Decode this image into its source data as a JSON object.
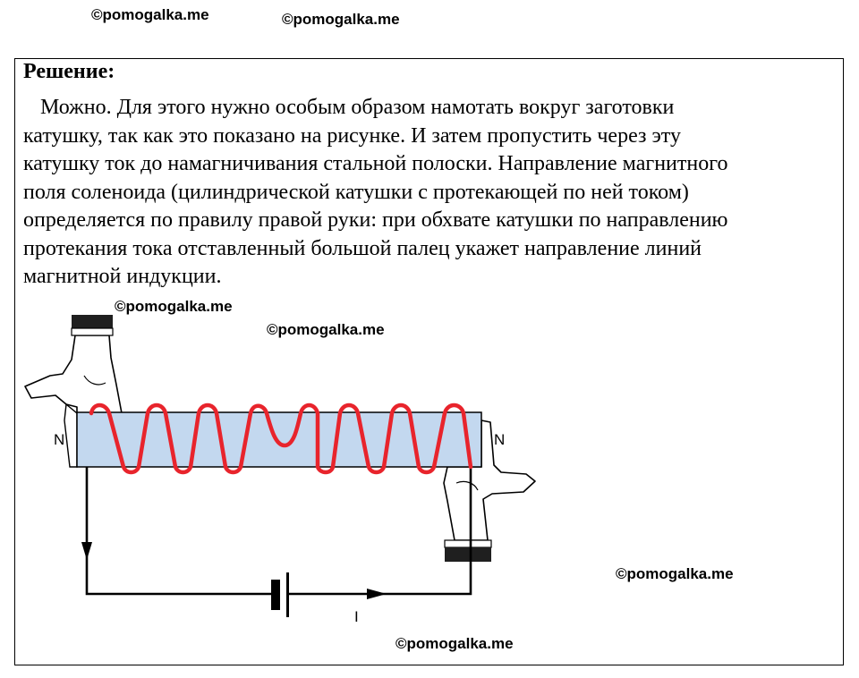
{
  "watermarks": [
    "©pomogalka.me",
    "©pomogalka.me",
    "©pomogalka.me",
    "©pomogalka.me",
    "©pomogalka.me",
    "©pomogalka.me"
  ],
  "solution": {
    "heading": "Решение:",
    "lines": [
      "Можно. Для этого нужно особым образом намотать вокруг заготовки",
      "катушку, так как это показано на рисунке. И затем пропустить через эту",
      "катушку ток до намагничивания стальной полоски. Направление магнитного",
      "поля соленоида (цилиндрической катушки с протекающей по ней током)",
      "определяется по правилу правой руки: при обхвате катушки по направлению",
      "протекания тока отставленный большой палец укажет направление линий",
      "магнитной индукции."
    ]
  },
  "figure": {
    "pole_left": "N",
    "pole_right": "N",
    "current_label": "I",
    "colors": {
      "bar_fill": "#c3d8ef",
      "coil": "#e8242c",
      "wire": "#000000"
    }
  }
}
